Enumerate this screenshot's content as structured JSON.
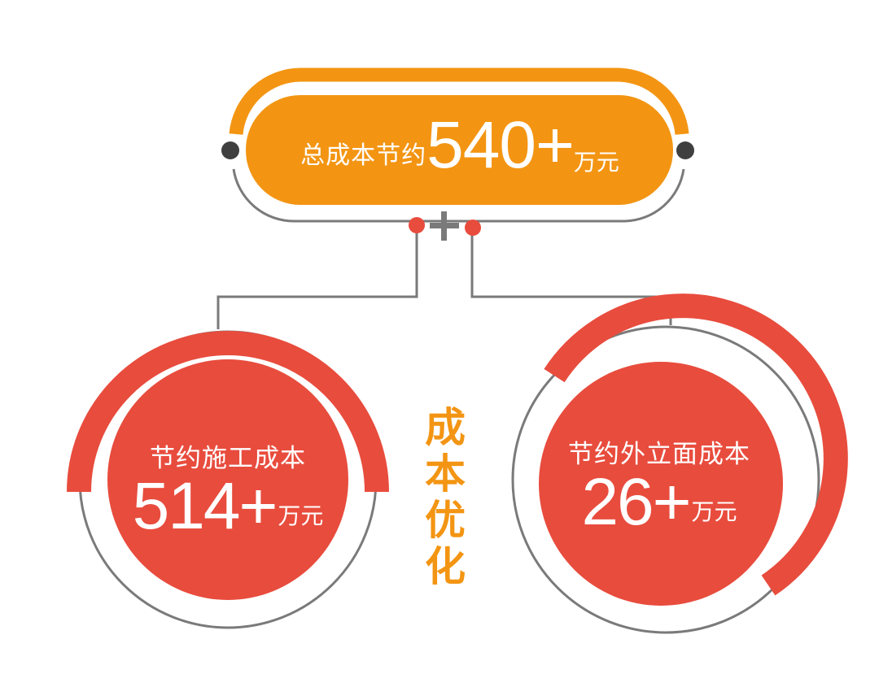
{
  "colors": {
    "orange": "#f39513",
    "red": "#e84c3d",
    "grey_line": "#7a7a7a",
    "dark_dot": "#3f3f3f",
    "text_white": "#ffffff"
  },
  "total": {
    "label": "总成本节约",
    "value": "540+",
    "unit": "万元"
  },
  "connector": {
    "operator": "+"
  },
  "center_caption": {
    "chars": [
      "成",
      "本",
      "优",
      "化"
    ]
  },
  "left_item": {
    "label": "节约施工成本",
    "value": "514+",
    "unit": "万元"
  },
  "right_item": {
    "label": "节约外立面成本",
    "value": "26+",
    "unit": "万元"
  }
}
